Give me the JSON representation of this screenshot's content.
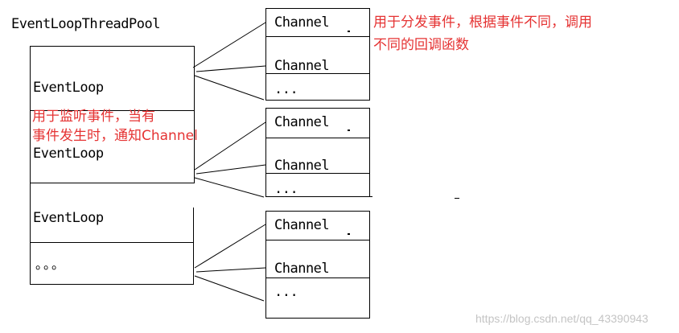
{
  "pool": {
    "title": "EventLoopThreadPool",
    "items": [
      "EventLoop",
      "EventLoop",
      "EventLoop",
      "。。。"
    ],
    "loop_note": "用于监听事件，当有\n事件发生时，通知Channel"
  },
  "channel_groups": [
    {
      "items": [
        "Channel",
        "Channel",
        "..."
      ]
    },
    {
      "items": [
        "Channel",
        "Channel",
        "..."
      ]
    },
    {
      "items": [
        "Channel",
        "Channel",
        "..."
      ]
    }
  ],
  "channel_note": "用于分发事件，根据事件不同，调用\n不同的回调函数",
  "watermark": "https://blog.csdn.net/qq_43390943",
  "colors": {
    "line": "#000000",
    "annotation": "#e53333",
    "watermark": "#c4c4c4"
  }
}
